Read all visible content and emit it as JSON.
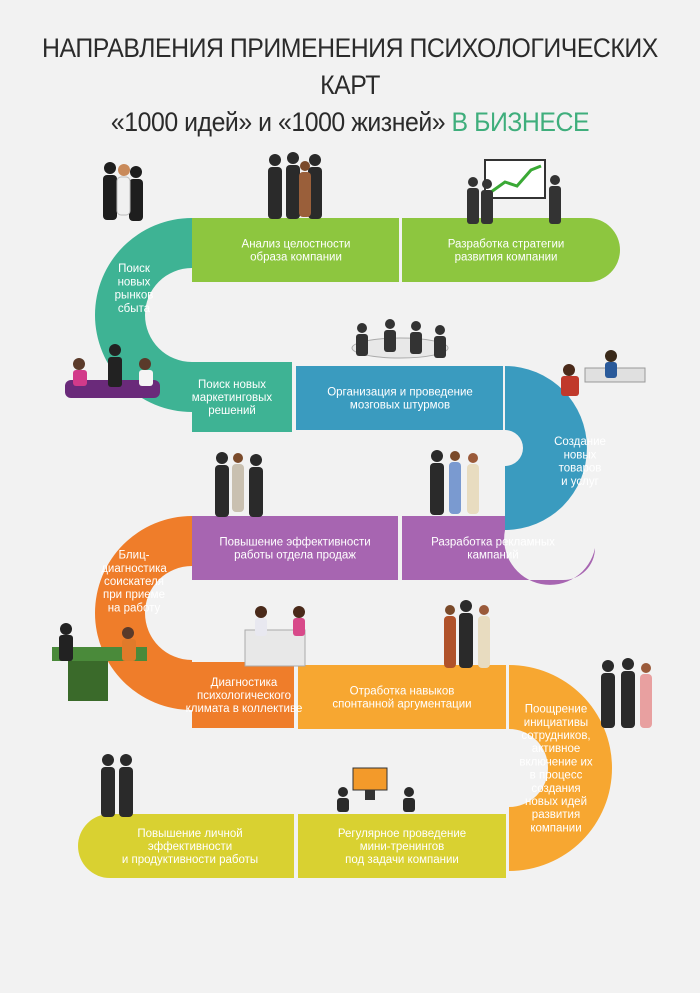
{
  "title": {
    "line1": "НАПРАВЛЕНИЯ ПРИМЕНЕНИЯ ПСИХОЛОГИЧЕСКИХ КАРТ",
    "line2_prefix": "«1000 идей» и «1000 жизней»",
    "line2_accent": "В БИЗНЕСЕ"
  },
  "colors": {
    "green": "#8dc63f",
    "teal": "#3eb394",
    "blue": "#3a9bbf",
    "purple": "#a765b1",
    "orange": "#ef7d2a",
    "lightorange": "#f7a731",
    "yellow": "#d9d131",
    "accent": "#3fae7c"
  },
  "steps": [
    {
      "id": "analysis",
      "lines": [
        "Анализ целостности",
        "образа компании"
      ]
    },
    {
      "id": "strategy",
      "lines": [
        "Разработка стратегии",
        "развития компании"
      ]
    },
    {
      "id": "markets",
      "lines": [
        "Поиск",
        "новых",
        "рынков",
        "сбыта"
      ]
    },
    {
      "id": "marketing",
      "lines": [
        "Поиск новых",
        "маркетинговых",
        "решений"
      ]
    },
    {
      "id": "brainstorm",
      "lines": [
        "Организация и проведение",
        "мозговых штурмов"
      ]
    },
    {
      "id": "products",
      "lines": [
        "Создание",
        "новых",
        "товаров",
        "и услуг"
      ]
    },
    {
      "id": "sales",
      "lines": [
        "Повышение эффективности",
        "работы отдела продаж"
      ]
    },
    {
      "id": "advertising",
      "lines": [
        "Разработка рекламных",
        "кампаний"
      ]
    },
    {
      "id": "blitz",
      "lines": [
        "Блиц-",
        "диагностика",
        "соискателя",
        "при приеме",
        "на работу"
      ]
    },
    {
      "id": "climate",
      "lines": [
        "Диагностика",
        "психологического",
        "климата в коллективе"
      ]
    },
    {
      "id": "argumentation",
      "lines": [
        "Отработка навыков",
        "спонтанной аргументации"
      ]
    },
    {
      "id": "initiative",
      "lines": [
        "Поощрение",
        "инициативы",
        "сотрудников,",
        "активное",
        "включение их",
        "в процесс",
        "создания",
        "новых идей",
        "развития",
        "компании"
      ]
    },
    {
      "id": "personal",
      "lines": [
        "Повышение личной",
        "эффективности",
        "и продуктивности работы"
      ]
    },
    {
      "id": "trainings",
      "lines": [
        "Регулярное проведение",
        "мини-тренингов",
        "под задачи компании"
      ]
    }
  ]
}
